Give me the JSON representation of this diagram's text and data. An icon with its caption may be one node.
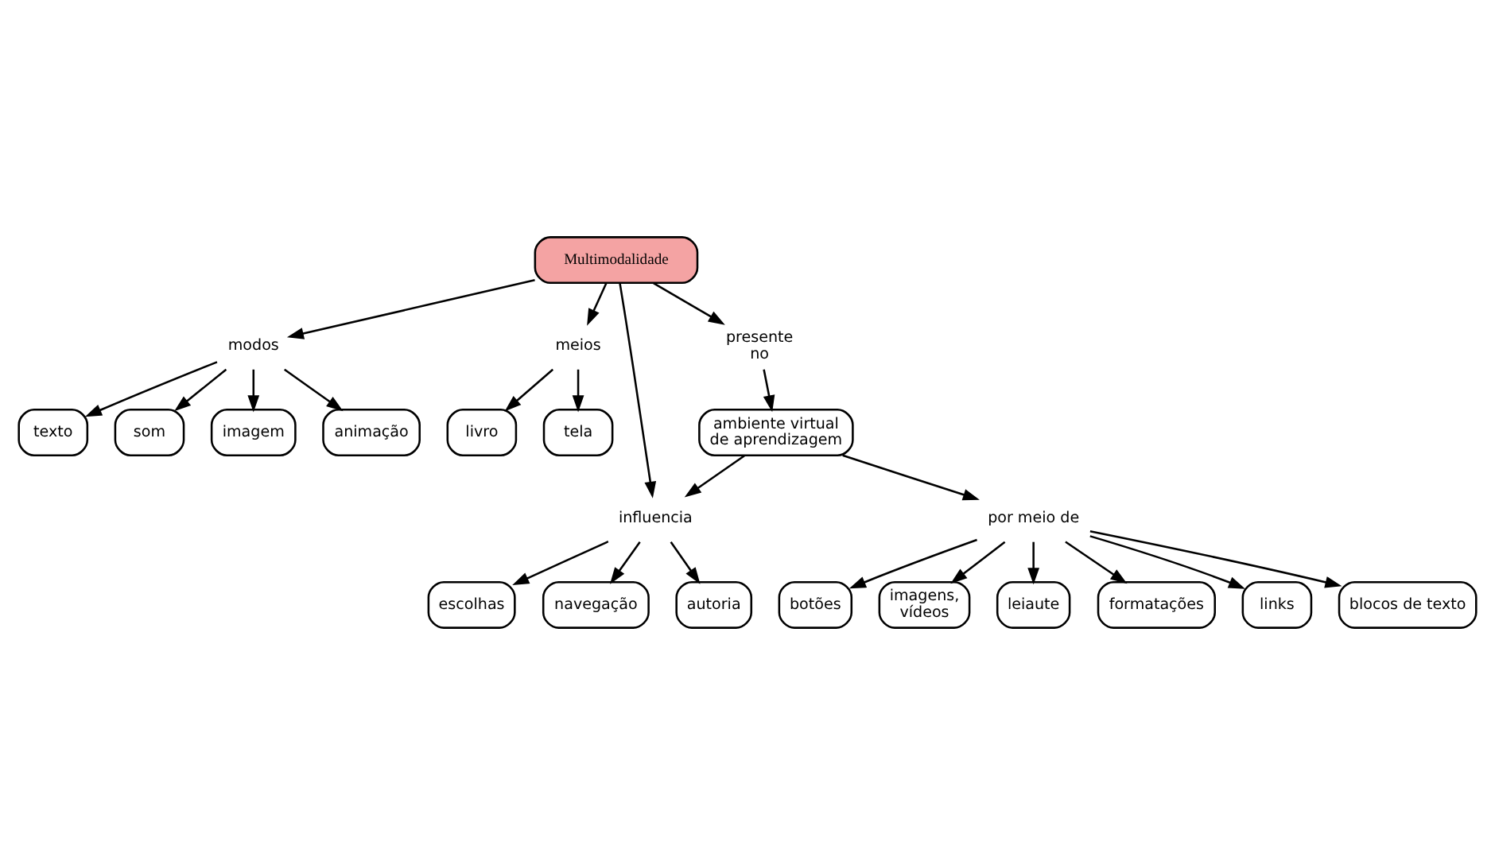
{
  "diagram": {
    "nodes": [
      {
        "text": [
          "Multimodalidade"
        ]
      },
      {
        "text": [
          "modos"
        ]
      },
      {
        "text": [
          "texto"
        ]
      },
      {
        "text": [
          "som"
        ]
      },
      {
        "text": [
          "imagem"
        ]
      },
      {
        "text": [
          "animação"
        ]
      },
      {
        "text": [
          "meios"
        ]
      },
      {
        "text": [
          "livro"
        ]
      },
      {
        "text": [
          "tela"
        ]
      },
      {
        "text": [
          "influencia"
        ]
      },
      {
        "text": [
          "escolhas"
        ]
      },
      {
        "text": [
          "navegação"
        ]
      },
      {
        "text": [
          "autoria"
        ]
      },
      {
        "text": [
          "presente no"
        ]
      },
      {
        "text": [
          "ambiente virtual de aprendizagem"
        ]
      },
      {
        "text": [
          "por meio de"
        ]
      },
      {
        "text": [
          "botões"
        ]
      },
      {
        "text": [
          "imagens, vídeos"
        ]
      },
      {
        "text": [
          "leiaute"
        ]
      },
      {
        "text": [
          "formatações"
        ]
      },
      {
        "text": [
          "links"
        ]
      },
      {
        "text": [
          "blocos de texto"
        ]
      }
    ],
    "edges": [
      {
        "from": 0,
        "to": 1,
        "arrow": "to"
      },
      {
        "from": 1,
        "to": 2,
        "arrow": "to"
      },
      {
        "from": 1,
        "to": 3,
        "arrow": "to"
      },
      {
        "from": 1,
        "to": 4,
        "arrow": "to"
      },
      {
        "from": 1,
        "to": 5,
        "arrow": "to"
      },
      {
        "from": 0,
        "to": 6,
        "arrow": "to"
      },
      {
        "from": 6,
        "to": 7,
        "arrow": "to"
      },
      {
        "from": 6,
        "to": 8,
        "arrow": "to"
      },
      {
        "from": 0,
        "to": 9,
        "arrow": "to"
      },
      {
        "from": 9,
        "to": 10,
        "arrow": "to"
      },
      {
        "from": 9,
        "to": 11,
        "arrow": "to"
      },
      {
        "from": 9,
        "to": 12,
        "arrow": "to"
      },
      {
        "from": 0,
        "to": 13,
        "arrow": "to"
      },
      {
        "from": 13,
        "to": 14,
        "arrow": "to"
      },
      {
        "from": 14,
        "to": 9,
        "arrow": "to"
      },
      {
        "from": 14,
        "to": 15,
        "arrow": "to"
      },
      {
        "from": 15,
        "to": 16,
        "arrow": "to"
      },
      {
        "from": 15,
        "to": 17,
        "arrow": "to"
      },
      {
        "from": 15,
        "to": 18,
        "arrow": "to"
      },
      {
        "from": 15,
        "to": 19,
        "arrow": "to"
      },
      {
        "from": 15,
        "to": 20,
        "arrow": "to"
      },
      {
        "from": 15,
        "to": 21,
        "arrow": "to"
      }
    ]
  }
}
